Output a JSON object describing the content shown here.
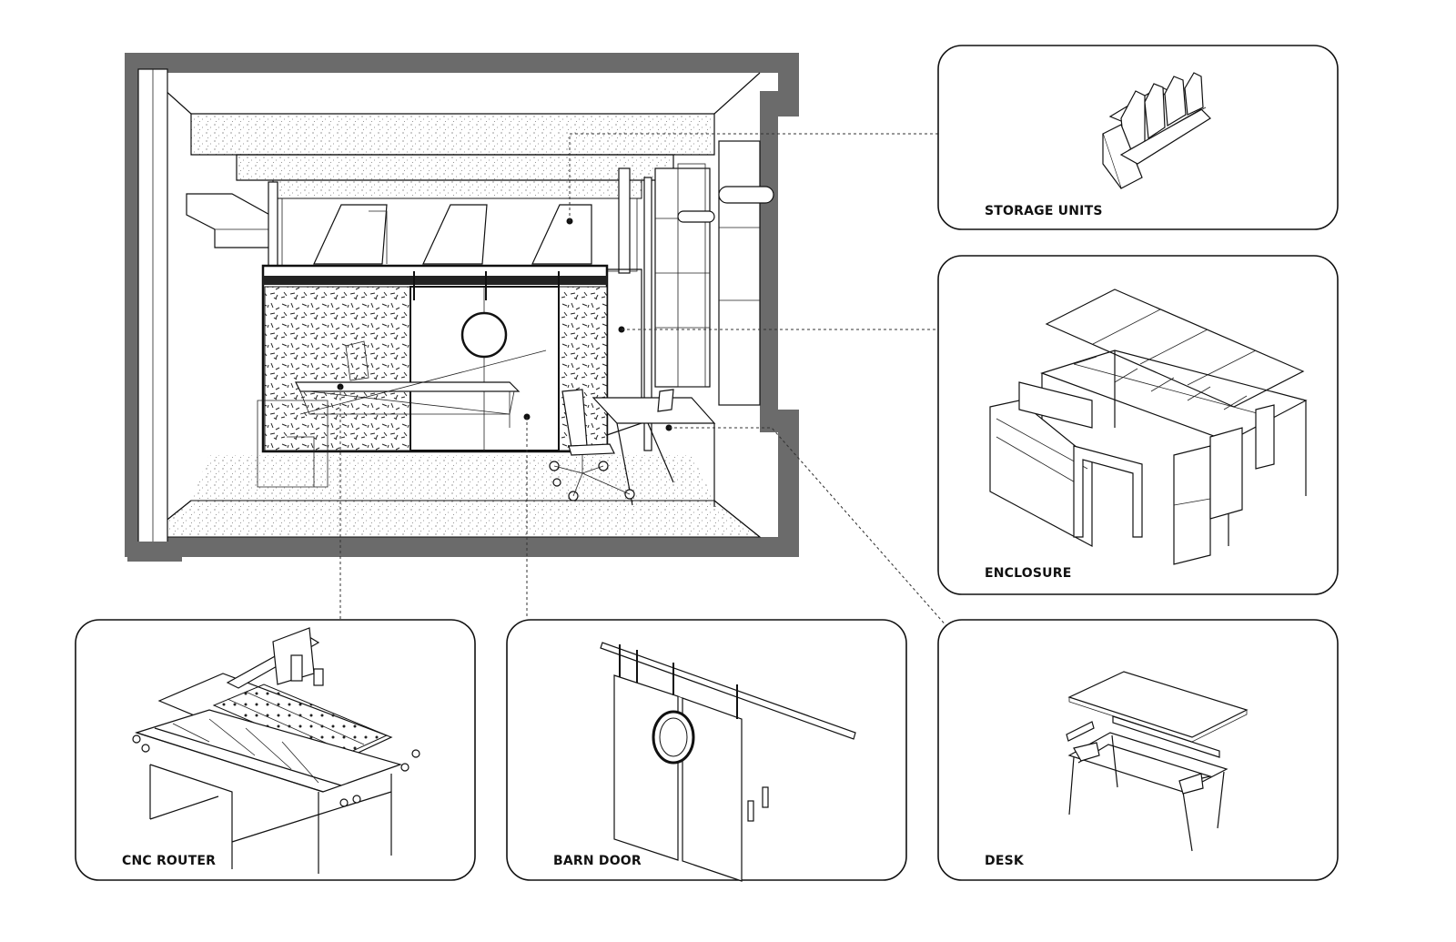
{
  "panels": {
    "storage": {
      "label": "STORAGE UNITS"
    },
    "enclosure": {
      "label": "ENCLOSURE"
    },
    "cnc": {
      "label": "CNC ROUTER"
    },
    "barn_door": {
      "label": "BARN DOOR"
    },
    "desk": {
      "label": "DESK"
    }
  },
  "colors": {
    "wall_poche": "#6b6b6b",
    "line": "#111111",
    "background": "#ffffff"
  }
}
